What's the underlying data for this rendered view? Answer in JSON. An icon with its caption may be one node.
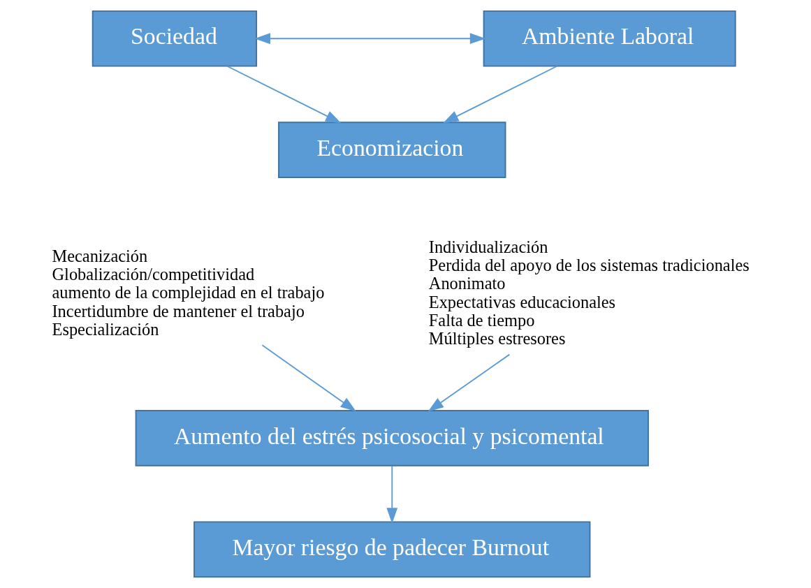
{
  "diagram": {
    "nodes": [
      {
        "text": [
          "Sociedad"
        ]
      },
      {
        "text": [
          "Ambiente Laboral"
        ]
      },
      {
        "text": [
          "Economizacion"
        ]
      },
      {
        "text": [
          "Aumento del estrés psicosocial y psicomental"
        ]
      },
      {
        "text": [
          "Mayor riesgo de padecer Burnout"
        ]
      },
      {
        "text": [
          "Individualización",
          "Perdida del apoyo de los sistemas tradicionales",
          "Anonimato",
          "Expectativas educacionales",
          "Falta de tiempo",
          "Múltiples estresores"
        ]
      },
      {
        "text": [
          "Mecanización",
          "Globalización/competitividad",
          "aumento de la complejidad en el trabajo",
          "Incertidumbre de mantener el trabajo",
          "Especialización"
        ]
      }
    ],
    "edges": [
      {
        "from": 0,
        "to": 1,
        "arrow": "both"
      },
      {
        "from": 0,
        "to": 2,
        "arrow": "to"
      },
      {
        "from": 1,
        "to": 2,
        "arrow": "to"
      },
      {
        "from": 5,
        "to": 3,
        "arrow": "to"
      },
      {
        "from": 6,
        "to": 3,
        "arrow": "to"
      },
      {
        "from": 3,
        "to": 4,
        "arrow": "to"
      }
    ]
  }
}
